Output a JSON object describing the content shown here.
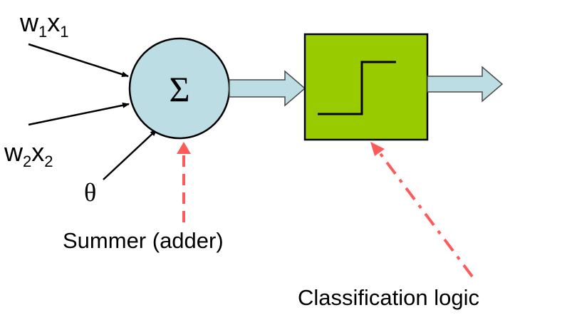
{
  "inputs": {
    "input1": {
      "base": "w",
      "base_sub": "1",
      "var": "x",
      "var_sub": "1"
    },
    "input2": {
      "base": "w",
      "base_sub": "2",
      "var": "x",
      "var_sub": "2"
    },
    "bias": "θ"
  },
  "summer": {
    "symbol": "Σ",
    "label": "Summer (adder)"
  },
  "classifier": {
    "label": "Classification logic"
  },
  "colors": {
    "summer_fill": "#bcdde3",
    "classifier_fill": "#99cc00",
    "arrow_fill": "#bcdde3",
    "pointer_red": "#ff5a5a"
  }
}
